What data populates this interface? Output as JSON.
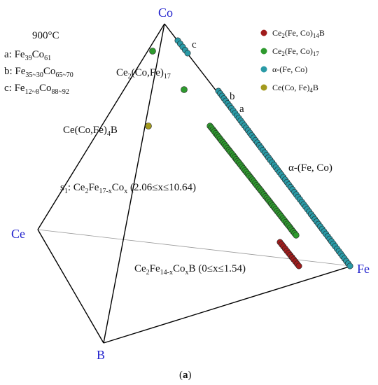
{
  "vertices": {
    "top": "Co",
    "left": "Ce",
    "bottom": "B",
    "right": "Fe"
  },
  "info": {
    "temperature": "900°C",
    "a": {
      "prefix": "a: Fe",
      "s1": "39",
      "m1": "Co",
      "s2": "61"
    },
    "b": {
      "prefix": "b: Fe",
      "s1": "35~30",
      "m1": "Co",
      "s2": "65~70"
    },
    "c": {
      "prefix": "c: Fe",
      "s1": "12~8",
      "m1": "Co",
      "s2": "88~92"
    }
  },
  "point_letters": {
    "a": "a",
    "b": "b",
    "c": "c"
  },
  "labels": {
    "ce2cofe17": {
      "t1": "Ce",
      "s1": "2",
      "t2": "(Co,Fe)",
      "s2": "17"
    },
    "cecofe4b": {
      "t1": "Ce(Co,Fe)",
      "s1": "4",
      "t2": "B"
    },
    "alpha": {
      "t1": "α-(Fe, Co)"
    },
    "s1": {
      "t1": "s",
      "s1": "1",
      "t2": ": Ce",
      "s2": "2",
      "t3": "Fe",
      "s3": "17-x",
      "t4": "Co",
      "s4": "x",
      "t5": " (2.06≤x≤10.64)"
    },
    "ce2fe14": {
      "t1": "Ce",
      "s1": "2",
      "t2": "Fe",
      "s2": "14-x",
      "t3": "Co",
      "s3": "x",
      "t4": "B (0≤x≤1.54)"
    }
  },
  "legend": [
    {
      "color": "#a01c1c",
      "t1": "Ce",
      "s1": "2",
      "t2": "(Fe, Co)",
      "s2": "14",
      "t3": "B"
    },
    {
      "color": "#2e9a2e",
      "t1": "Ce",
      "s1": "2",
      "t2": "(Fe, Co)",
      "s2": "17"
    },
    {
      "color": "#2a9aa6",
      "t1": "α-(Fe, Co)"
    },
    {
      "color": "#a39a1e",
      "t1": "Ce(Co, Fe)",
      "s1": "4",
      "t2": "B"
    }
  ],
  "caption": {
    "open": "(",
    "letter": "a",
    "close": ")"
  },
  "colors": {
    "vertex_label": "#1f1fcc",
    "ce2fe14b": "#a01c1c",
    "ce2cofe17": "#2e9a2e",
    "alpha_feco": "#2a9aa6",
    "cecofe4b": "#a39a1e"
  }
}
